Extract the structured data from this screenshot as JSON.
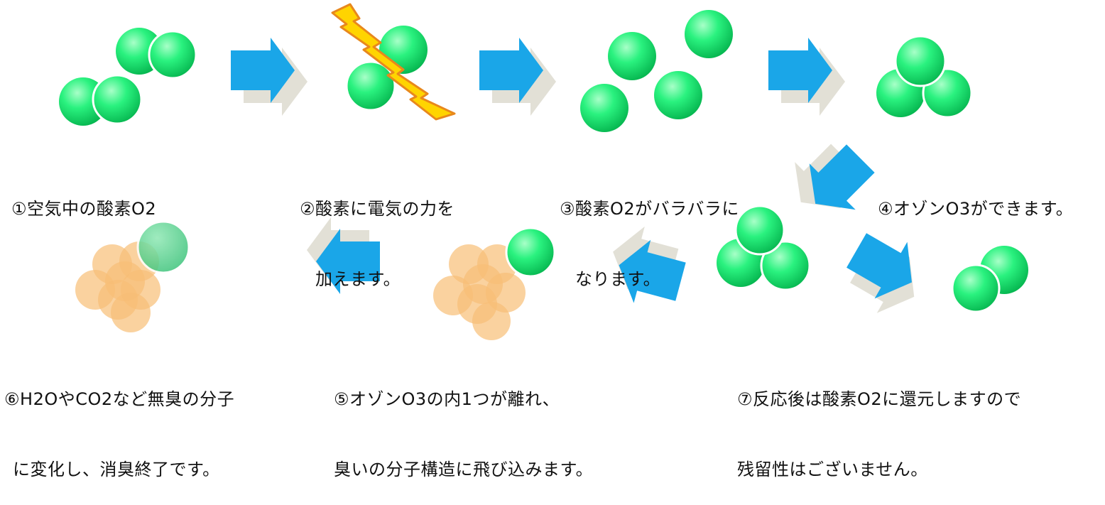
{
  "steps": [
    {
      "id": 1,
      "lines": [
        "①空気中の酸素O2"
      ]
    },
    {
      "id": 2,
      "lines": [
        "②酸素に電気の力を",
        "加えます。"
      ]
    },
    {
      "id": 3,
      "lines": [
        "③酸素O2がバラバラに",
        "なります。"
      ]
    },
    {
      "id": 4,
      "lines": [
        "④オゾンO3ができます。"
      ]
    },
    {
      "id": 5,
      "lines": [
        "⑤オゾンO3の内1つが離れ、",
        "臭いの分子構造に飛び込みます。"
      ]
    },
    {
      "id": 6,
      "lines": [
        "⑥H2OやCO2など無臭の分子",
        "に変化し、消臭終了です。"
      ]
    },
    {
      "id": 7,
      "lines": [
        "⑦反応後は酸素O2に還元しますので",
        "残留性はございません。"
      ]
    }
  ],
  "colors": {
    "oxygen": "#1fe777",
    "odor": "#f5a849",
    "arrow": "#1aa6e8",
    "arrow_shadow": "#e2e0d6",
    "lightning": "#ffd400",
    "lightning_edge": "#e8881c"
  },
  "icons": [
    "oxygen-atom",
    "odor-molecule",
    "lightning-bolt",
    "process-arrow"
  ]
}
